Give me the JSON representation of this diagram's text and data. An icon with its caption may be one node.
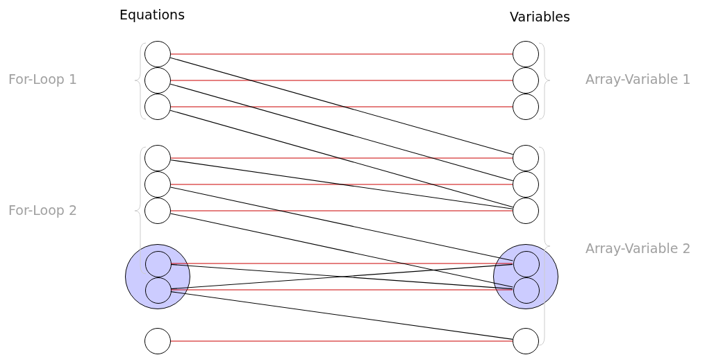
{
  "diagram": {
    "nodes": [
      {
        "text": [],
        "shape": "circle"
      },
      {
        "text": [],
        "shape": "circle"
      },
      {
        "text": [],
        "shape": "circle"
      },
      {
        "text": [],
        "shape": "circle"
      },
      {
        "text": [],
        "shape": "circle"
      },
      {
        "text": [],
        "shape": "circle"
      },
      {
        "text": [],
        "shape": "circle"
      },
      {
        "text": [],
        "shape": "circle",
        "in": 6
      },
      {
        "text": [],
        "shape": "circle",
        "in": 6
      },
      {
        "text": [],
        "shape": "circle"
      },
      {
        "text": [],
        "shape": "circle"
      },
      {
        "text": [],
        "shape": "circle"
      },
      {
        "text": [],
        "shape": "circle"
      },
      {
        "text": [],
        "shape": "circle"
      },
      {
        "text": [],
        "shape": "circle"
      },
      {
        "text": [],
        "shape": "circle"
      },
      {
        "text": [],
        "shape": "circle"
      },
      {
        "text": [],
        "shape": "circle",
        "in": 16
      },
      {
        "text": [],
        "shape": "circle",
        "in": 16
      },
      {
        "text": [],
        "shape": "circle"
      }
    ],
    "edges": [
      {
        "from": 0,
        "to": 10,
        "arrow": "none",
        "color": "#cc0000"
      },
      {
        "from": 1,
        "to": 11,
        "arrow": "none",
        "color": "#cc0000"
      },
      {
        "from": 2,
        "to": 12,
        "arrow": "none",
        "color": "#cc0000"
      },
      {
        "from": 3,
        "to": 13,
        "arrow": "none",
        "color": "#cc0000"
      },
      {
        "from": 4,
        "to": 14,
        "arrow": "none",
        "color": "#cc0000"
      },
      {
        "from": 5,
        "to": 15,
        "arrow": "none",
        "color": "#cc0000"
      },
      {
        "from": 7,
        "to": 17,
        "arrow": "none",
        "color": "#cc0000"
      },
      {
        "from": 8,
        "to": 18,
        "arrow": "none",
        "color": "#cc0000"
      },
      {
        "from": 9,
        "to": 19,
        "arrow": "none",
        "color": "#cc0000"
      },
      {
        "from": 0,
        "to": 13,
        "arrow": "none",
        "color": "#000000"
      },
      {
        "from": 1,
        "to": 14,
        "arrow": "none",
        "color": "#000000"
      },
      {
        "from": 2,
        "to": 15,
        "arrow": "none",
        "color": "#000000"
      },
      {
        "from": 3,
        "to": 15,
        "arrow": "none",
        "color": "#000000"
      },
      {
        "from": 4,
        "to": 17,
        "arrow": "none",
        "color": "#000000"
      },
      {
        "from": 5,
        "to": 18,
        "arrow": "none",
        "color": "#000000"
      },
      {
        "from": 7,
        "to": 18,
        "arrow": "none",
        "color": "#000000"
      },
      {
        "from": 8,
        "to": 17,
        "arrow": "none",
        "color": "#000000"
      },
      {
        "from": 8,
        "to": 19,
        "arrow": "none",
        "color": "#000000"
      }
    ],
    "labels": [
      "Equations",
      "Variables",
      "For-Loop 1",
      "Array-Variable 1",
      "For-Loop 2",
      "Array-Variable 2"
    ]
  }
}
